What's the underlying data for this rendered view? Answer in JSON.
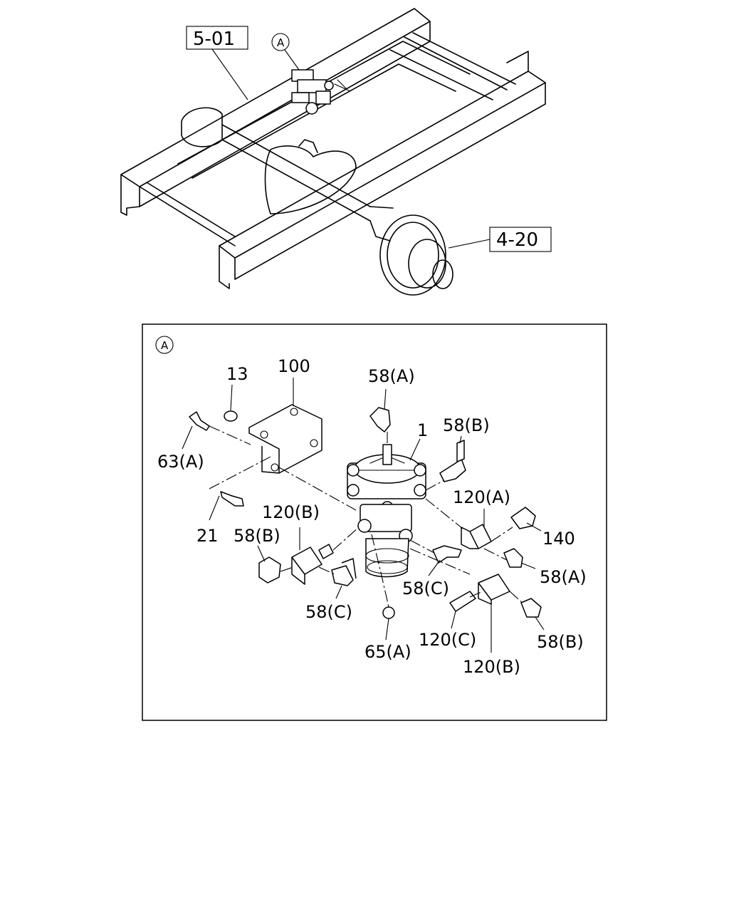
{
  "overview": {
    "ref_frame": "5-01",
    "ref_axle": "4-20",
    "detail_marker": "A"
  },
  "detail": {
    "marker": "A",
    "callouts": {
      "c13": "13",
      "c100": "100",
      "c58a_top": "58(A)",
      "c1": "1",
      "c58b_top": "58(B)",
      "c63a": "63(A)",
      "c120a": "120(A)",
      "c120b_left": "120(B)",
      "c140": "140",
      "c21": "21",
      "c58b_left": "58(B)",
      "c58a_right": "58(A)",
      "c58c_mid": "58(C)",
      "c58c_left": "58(C)",
      "c120c": "120(C)",
      "c58b_right": "58(B)",
      "c65a": "65(A)",
      "c120b_bottom": "120(B)"
    }
  }
}
